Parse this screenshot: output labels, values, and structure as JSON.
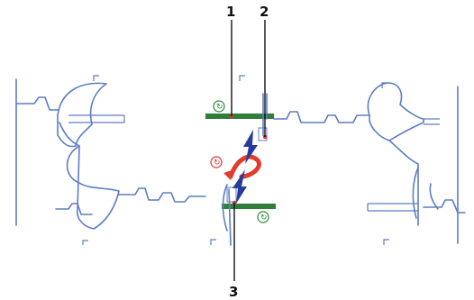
{
  "labels": {
    "label_1": "1",
    "label_2": "2",
    "label_3": "3"
  },
  "colors": {
    "outline": "#5d7dc2",
    "bar": "#2f7f3b",
    "arrow_red": "#e23c2f",
    "arrow_blue": "#263c9a",
    "marker_red": "#d33"
  }
}
